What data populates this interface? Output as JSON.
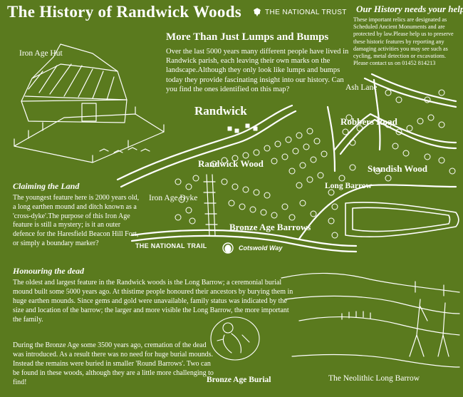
{
  "title": "The History of Randwick Woods",
  "brand": "THE NATIONAL TRUST",
  "help": {
    "heading": "Our History needs your help",
    "body": "These important relics are designated as Scheduled Ancient Monuments and are protected by law.Please help us to preserve these historic features by reporting any damaging activities you may see such as cycling, metal detection or excavations. Please contact us on 01452 814213"
  },
  "lumps": {
    "heading": "More Than Just Lumps and Bumps",
    "body": "Over the last 5000 years many different people have lived in Randwick parish, each leaving their own marks on the landscape.Although they only look like lumps and bumps today they provide fascinating insight into our history. Can you find the ones identified on this map?"
  },
  "illustrations": {
    "hut_label": "Iron Age Hut",
    "burial_label": "Bronze Age Burial",
    "long_barrow_label": "The Neolithic Long Barrow"
  },
  "map_labels": {
    "randwick": "Randwick",
    "randwick_wood": "Randwick Wood",
    "ash_lane": "Ash Lane",
    "robbers_road": "Robbers Road",
    "standish_wood": "Standish Wood",
    "long_barrow": "Long Barrow",
    "iron_age_dyke": "Iron Age Dyke",
    "bronze_age_barrows": "Bronze Age Barrows",
    "national_trail": "THE NATIONAL TRAIL",
    "cotswold_way": "Cotswold Way"
  },
  "claiming": {
    "heading": "Claiming the Land",
    "body": "The youngest feature here is 2000 years old, a long earthen mound and ditch known as a 'cross-dyke'.The purpose of this Iron Age feature is still a mystery; is it an outer defence for the Haresfield Beacon Hill Fort, or simply a boundary marker?"
  },
  "honouring": {
    "heading": "Honouring the dead",
    "body1": "The oldest and largest feature in the Randwick woods is the Long Barrow; a ceremonial burial mound built some 5000 years ago. At thistime people honoured their ancestors by burying them in huge earthen mounds. Since gems and gold were unavailable, family status was indicated by the size and location of the barrow; the larger and more visible the Long Barrow, the more important the family.",
    "body2": "During the Bronze Age some 3500 years ago, cremation of the dead was introduced. As a result there was no need for huge burial mounds. Instead the remains were buried in smaller 'Round Barrows'. Two can be found in these woods, although they are a little more challenging to find!"
  },
  "colors": {
    "background": "#5a7a1e",
    "ink": "#ffffff"
  }
}
